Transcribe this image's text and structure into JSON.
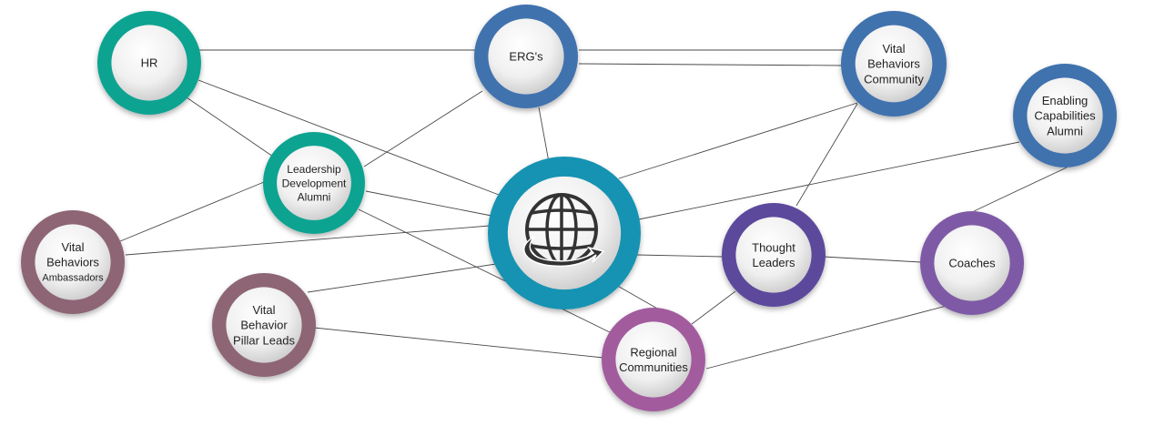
{
  "colors": {
    "teal": "#0fa391",
    "blue": "#3f72ae",
    "hub": "#1893b2",
    "indigo": "#5b4a9c",
    "violet": "#7e5aa6",
    "mauve": "#8e6574",
    "orchid": "#a25c9e",
    "edge": "#4a4a4a"
  },
  "hub": {
    "icon": "globe-icon"
  },
  "nodes": {
    "hr": {
      "lines": [
        "HR"
      ],
      "color": "teal"
    },
    "ergs": {
      "lines": [
        "ERG's"
      ],
      "color": "blue"
    },
    "vb_community": {
      "lines": [
        "Vital",
        "Behaviors",
        "Community"
      ],
      "color": "blue"
    },
    "enabling": {
      "lines": [
        "Enabling",
        "Capabilities",
        "Alumni"
      ],
      "color": "blue"
    },
    "leadership": {
      "lines": [
        "Leadership",
        "Development",
        "Alumni"
      ],
      "color": "teal"
    },
    "vb_ambassadors": {
      "lines": [
        "Vital",
        "Behaviors",
        "Ambassadors"
      ],
      "color": "mauve"
    },
    "vb_pillar": {
      "lines": [
        "Vital",
        "Behavior",
        "Pillar Leads"
      ],
      "color": "mauve"
    },
    "thought": {
      "lines": [
        "Thought",
        "Leaders"
      ],
      "color": "indigo"
    },
    "coaches": {
      "lines": [
        "Coaches"
      ],
      "color": "violet"
    },
    "regional": {
      "lines": [
        "Regional",
        "Communities"
      ],
      "color": "orchid"
    }
  }
}
